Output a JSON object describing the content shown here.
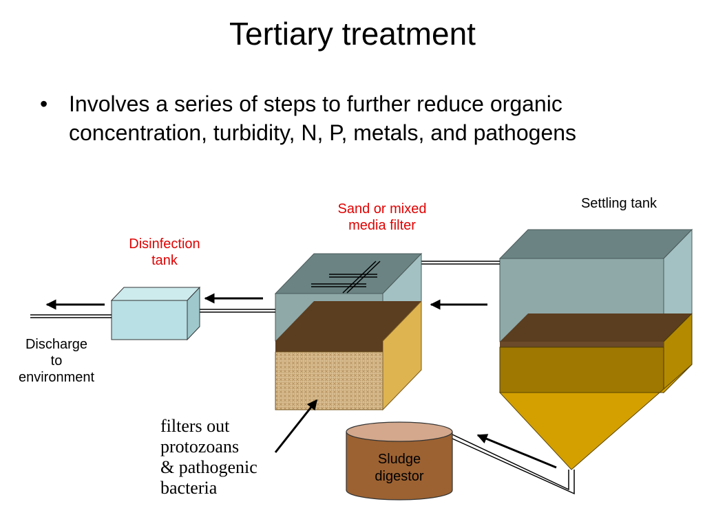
{
  "slide": {
    "title": "Tertiary treatment",
    "bullet_char": "•",
    "bullet": "Involves a series of steps to further reduce organic concentration, turbidity, N, P, metals, and pathogens"
  },
  "labels": {
    "settling_tank": "Settling tank",
    "sand_filter_line1": "Sand or mixed",
    "sand_filter_line2": "media filter",
    "disinfection_line1": "Disinfection",
    "disinfection_line2": "tank",
    "discharge_line1": "Discharge",
    "discharge_line2": "to",
    "discharge_line3": "environment",
    "filter_note_line1": "filters out",
    "filter_note_line2": "protozoans",
    "filter_note_line3": "& pathogenic",
    "filter_note_line4": "bacteria",
    "sludge_line1": "Sludge",
    "sludge_line2": "digestor"
  },
  "colors": {
    "water_front": "#8FA9A9",
    "water_top": "#6B8383",
    "water_side": "#A3C1C2",
    "sludge_front": "#9E7800",
    "sludge_cone": "#D4A000",
    "brown_layer": "#5B3D1F",
    "sand": "#D8B98A",
    "sand_side": "#DEB450",
    "disinfection_tank": "#B9E0E4",
    "digester": "#9C6232",
    "digester_top": "#D3A88C",
    "label_red": "#E00000"
  }
}
